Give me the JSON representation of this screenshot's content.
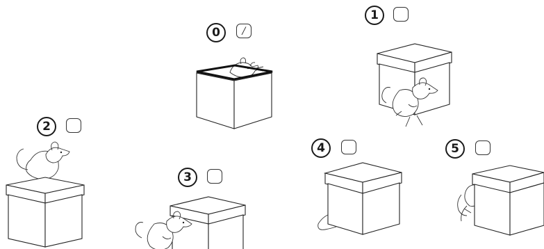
{
  "options": [
    {
      "number": "0",
      "mark": "/",
      "scene": "mouse-inside-open-box"
    },
    {
      "number": "1",
      "mark": "",
      "scene": "mouse-beside-box"
    },
    {
      "number": "2",
      "mark": "",
      "scene": "mouse-on-top-of-box"
    },
    {
      "number": "3",
      "mark": "",
      "scene": "mouse-beside-box"
    },
    {
      "number": "4",
      "mark": "",
      "scene": "mouse-behind-box"
    },
    {
      "number": "5",
      "mark": "",
      "scene": "mouse-behind-box"
    }
  ]
}
